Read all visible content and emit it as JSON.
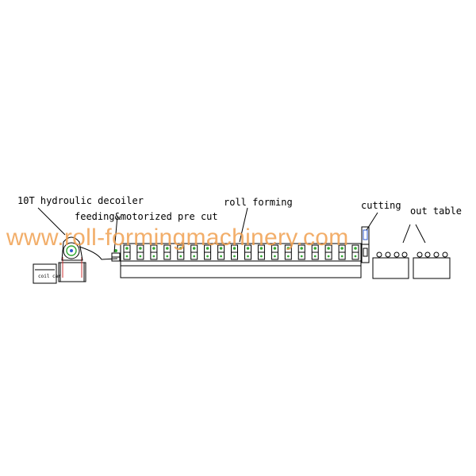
{
  "labels": {
    "decoiler": "10T hydroulic decoiler",
    "feeding": "feeding&motorized pre cut",
    "roll_forming": "roll forming",
    "cutting": "cutting",
    "out_table": "out table",
    "coil_car": "coil car"
  },
  "watermark": {
    "text": "www.roll-formingmachinery.com"
  },
  "colors": {
    "line": "#000000",
    "watermark": "#f0a050",
    "roller_accent": "#33aa33",
    "cutter_accent": "#2f5bd0",
    "decoiler_accent": "#cc3333"
  },
  "roll_stations": 18
}
